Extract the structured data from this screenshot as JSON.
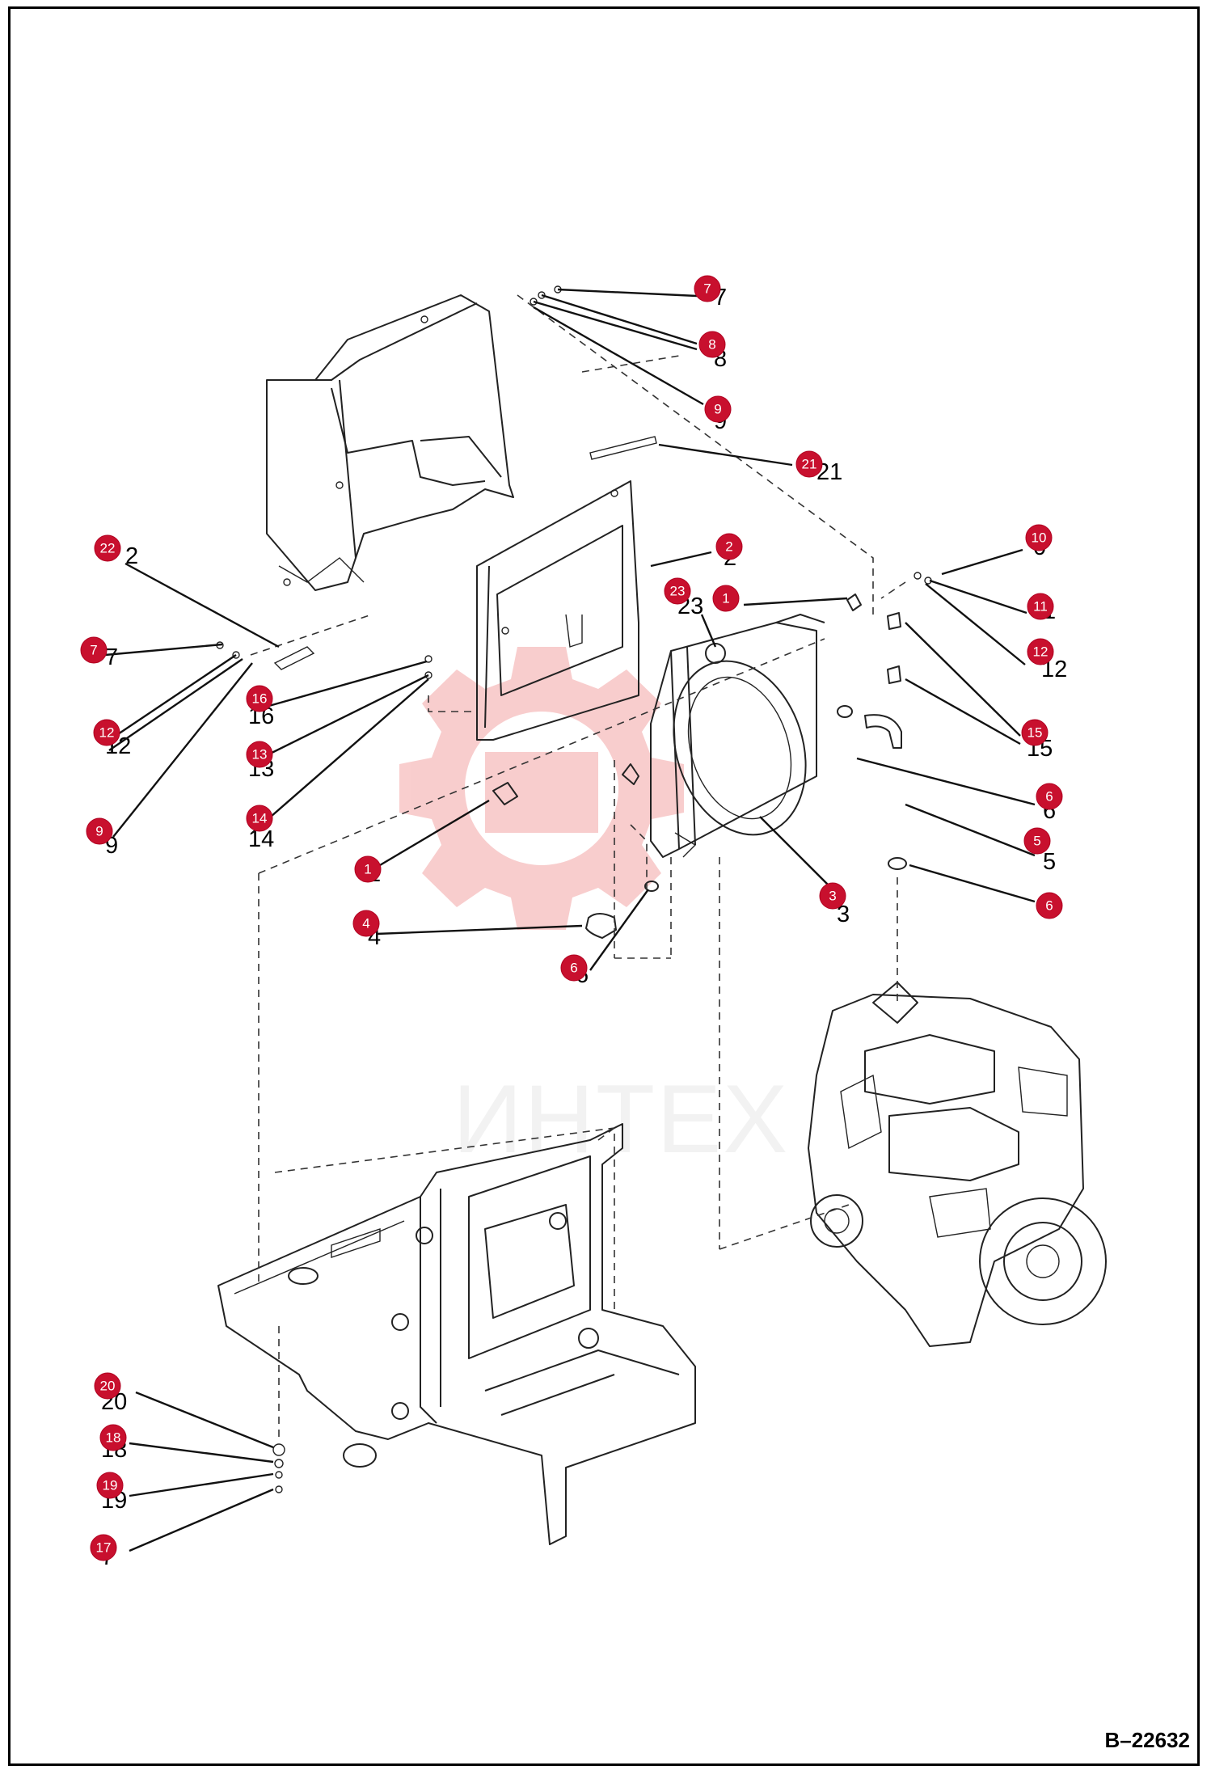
{
  "drawing_number": "B–22632",
  "watermark": {
    "text": "ИНТЕХ",
    "color": "#f4a6a6"
  },
  "callout_color": "#c8102e",
  "callouts": [
    {
      "id": "c7a",
      "label": "7"
    },
    {
      "id": "c8",
      "label": "8"
    },
    {
      "id": "c9a",
      "label": "9"
    },
    {
      "id": "c21",
      "label": "21"
    },
    {
      "id": "c2",
      "label": "2"
    },
    {
      "id": "c22",
      "label": "22"
    },
    {
      "id": "c23",
      "label": "23"
    },
    {
      "id": "c1a",
      "label": "1"
    },
    {
      "id": "c10",
      "label": "10"
    },
    {
      "id": "c11",
      "label": "11"
    },
    {
      "id": "c12a",
      "label": "12"
    },
    {
      "id": "c7b",
      "label": "7"
    },
    {
      "id": "c16",
      "label": "16"
    },
    {
      "id": "c12b",
      "label": "12"
    },
    {
      "id": "c13",
      "label": "13"
    },
    {
      "id": "c15",
      "label": "15"
    },
    {
      "id": "c9b",
      "label": "9"
    },
    {
      "id": "c6a",
      "label": "6"
    },
    {
      "id": "c14",
      "label": "14"
    },
    {
      "id": "c5",
      "label": "5"
    },
    {
      "id": "c1b",
      "label": "1"
    },
    {
      "id": "c3",
      "label": "3"
    },
    {
      "id": "c6b",
      "label": "6"
    },
    {
      "id": "c4",
      "label": "4"
    },
    {
      "id": "c6c",
      "label": "6"
    },
    {
      "id": "c20",
      "label": "20"
    },
    {
      "id": "c18",
      "label": "18"
    },
    {
      "id": "c19",
      "label": "19"
    },
    {
      "id": "c17",
      "label": "17"
    }
  ]
}
